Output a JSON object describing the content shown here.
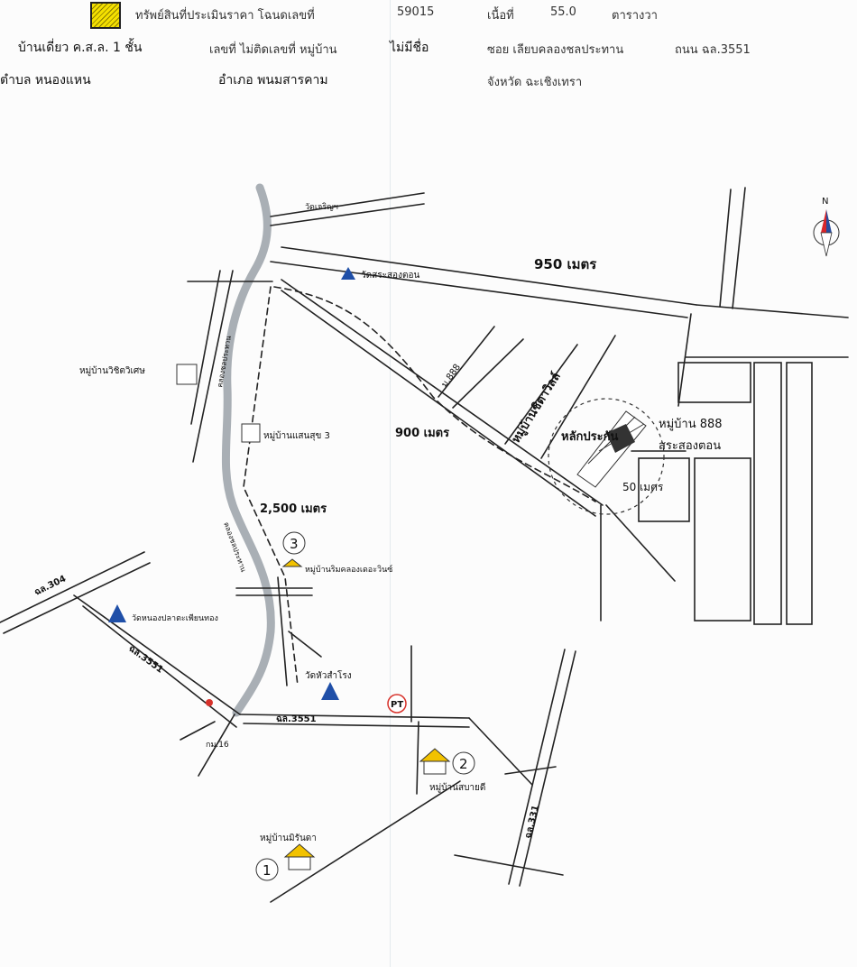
{
  "header": {
    "row1": {
      "prefix": "ทรัพย์สินที่ประเมินราคา โฉนดเลขที่",
      "deed_no": "59015",
      "area_label": "เนื้อที่",
      "area_value": "55.0",
      "area_unit": "ตารางวา"
    },
    "row2": {
      "building": "บ้านเดี่ยว ค.ส.ล. 1 ชั้น",
      "house_no": "เลขที่ ไม่ติดเลขที่ หมู่บ้าน",
      "village": "ไม่มีชื่อ",
      "soi": "ซอย เลียบคลองชลประทาน",
      "road": "ถนน ฉล.3551"
    },
    "row3": {
      "tambon": "ตำบล หนองแหน",
      "amphoe": "อำเภอ พนมสารคาม",
      "province": "จังหวัด ฉะเชิงเทรา"
    }
  },
  "map": {
    "distances": {
      "d950": "950 เมตร",
      "d900": "900 เมตร",
      "d2500": "2,500 เมตร",
      "d50": "50 เมตร"
    },
    "labels": {
      "wat_top": "วัดสระสองตอน",
      "wat_mid": "วัดหนองปลาตะเพียนทอง",
      "wat_low": "วัดหัวสำโรง",
      "village_left": "หมู่บ้านวิชิตวิเศษ",
      "village_sansuk": "หมู่บ้านแสนสุข 3",
      "village_riverside": "หมู่บ้านริมคลองเดอะวินซ์",
      "village_sabaidee": "หมู่บ้านสบายดี",
      "village_mirinda": "หมู่บ้านมิรันดา",
      "village_chittawan": "หมู่บ้านชิตาวิลล์",
      "village_888_a": "หมู่บ้าน 888",
      "village_888_b": "สระสองตอน",
      "subject": "หลักประกัน",
      "road_top": "วัดเจริญฯ",
      "road_888": "ม.888",
      "canal": "คลองชลประทาน",
      "canal2": "คลองชลประทาน",
      "road_3551_a": "ฉล.3551",
      "road_3551_b": "ฉล.3551",
      "road_304": "ฉล.304",
      "road_331": "ฉล.331",
      "km16": "กม.16",
      "compass_n": "N"
    },
    "markers": {
      "m1": "1",
      "m2": "2",
      "m3": "3"
    },
    "station_label": "PT",
    "colors": {
      "subject_fill": "#333333",
      "house_roof": "#f2c200",
      "wat_blue": "#1f4fa8",
      "station_red": "#d7322b",
      "compass_red": "#d8262b",
      "compass_blue": "#2a4c9c"
    }
  }
}
